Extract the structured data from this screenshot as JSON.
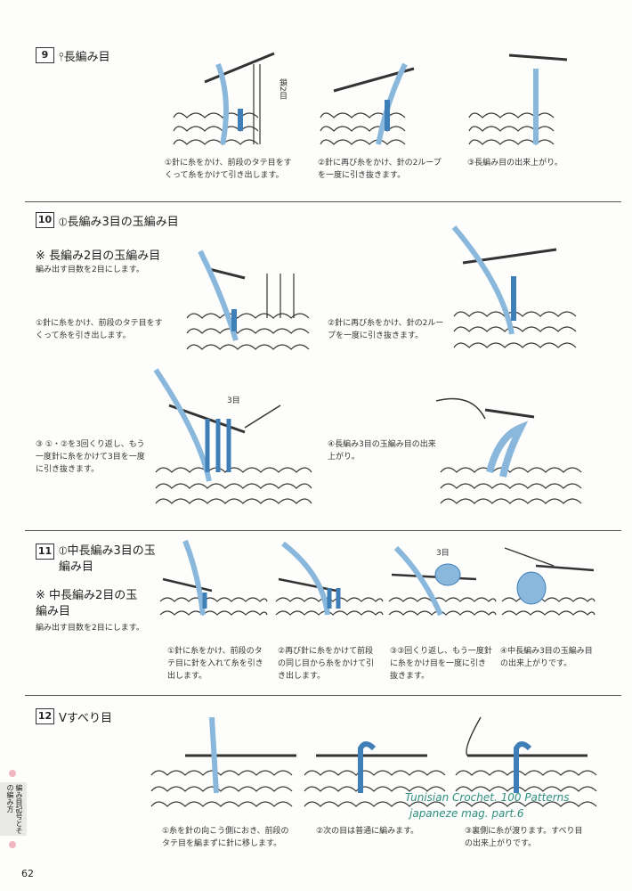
{
  "sections": [
    {
      "number": "9",
      "title": "長編み目",
      "captions": [
        "①針に糸をかけ、前段のタテ目をすくって糸をかけて引き出します。",
        "②針に再び糸をかけ、針の2ループを一度に引き抜きます。",
        "③長編み目の出来上がり。"
      ],
      "labels": [
        "鎖2目"
      ]
    },
    {
      "number": "10",
      "title": "長編み3目の玉編み目",
      "alt_title": "※  長編み2目の玉編み目",
      "note": "編み出す目数を2目にします。",
      "captions": [
        "①針に糸をかけ、前段のタテ目をすくって糸を引き出します。",
        "②針に再び糸をかけ、針の2ループを一度に引き抜きます。",
        "③ ①・②を3回くり返し、もう一度針に糸をかけて3目を一度に引き抜きます。",
        "④長編み3目の玉編み目の出来上がり。"
      ],
      "labels": [
        "3目"
      ]
    },
    {
      "number": "11",
      "title": "中長編み3目の玉編み目",
      "alt_title": "※  中長編み2目の玉編み目",
      "note": "編み出す目数を2目にします。",
      "captions": [
        "①針に糸をかけ、前段のタテ目に針を入れて糸を引き出します。",
        "②再び針に糸をかけて前段の同じ目から糸をかけて引き出します。",
        "③③回くり返し、もう一度針に糸をかけ目を一度に引き抜きます。",
        "④中長編み3目の玉編み目の出来上がりです。"
      ],
      "labels": [
        "3目"
      ]
    },
    {
      "number": "12",
      "title": "すべり目",
      "captions": [
        "①糸を針の向こう側におき、前段のタテ目を編まずに針に移します。",
        "②次の目は普通に編みます。",
        "③裏側に糸が渡ります。すべり目の出来上がりです。"
      ]
    }
  ],
  "sidebar_text": "編み目記号とその編み方",
  "page_number": "62",
  "watermark": [
    "Tunisian Crochet. 100 Patterns",
    "japaneze mag. part.6"
  ],
  "colors": {
    "yarn": "#8ab8dc",
    "yarn_dark": "#3f7fb8",
    "line": "#333333"
  }
}
